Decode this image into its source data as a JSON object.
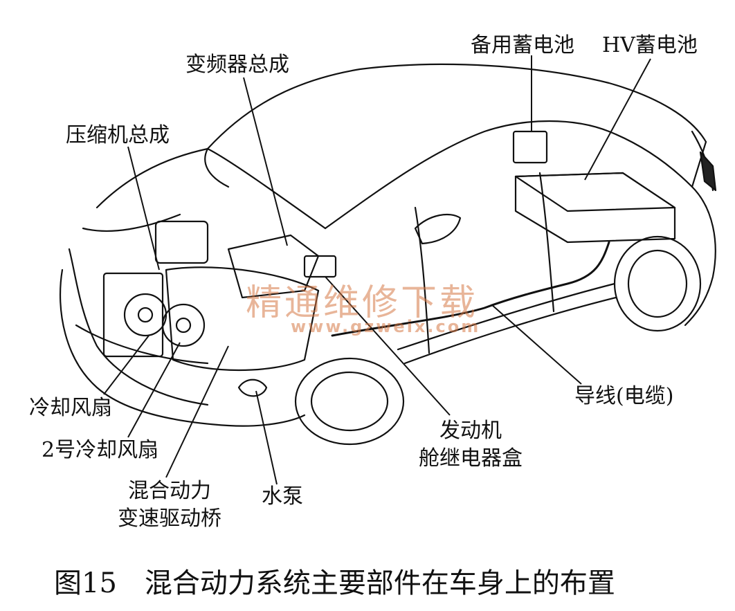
{
  "labels": {
    "inverter": "变频器总成",
    "compressor": "压缩机总成",
    "aux_battery": "备用蓄电池",
    "hv_battery": "HV蓄电池",
    "cable": "导线(电缆)",
    "cooling_fan": "冷却风扇",
    "cooling_fan_2": "2号冷却风扇",
    "transaxle_line1": "混合动力",
    "transaxle_line2": "变速驱动桥",
    "water_pump": "水泵",
    "relay_box_line1": "发动机",
    "relay_box_line2": "舱继电器盒"
  },
  "caption": {
    "figure_no": "图15",
    "title": "混合动力系统主要部件在车身上的布置"
  },
  "watermark": {
    "text": "精通维修下载",
    "url": "www.gzweix.com"
  },
  "colors": {
    "line": "#111111",
    "watermark": "#d6784680"
  }
}
